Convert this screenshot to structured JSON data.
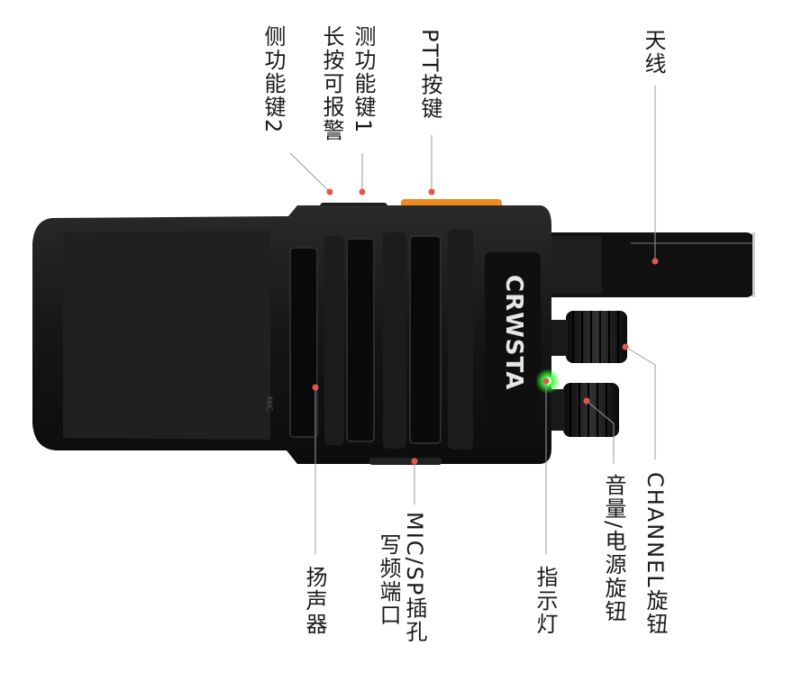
{
  "brand": "CRWSTA",
  "mic_mark": "MIC",
  "labels": {
    "antenna": "天线",
    "ptt": "PTT按键",
    "side_key1_line1": "测功能键1",
    "side_key1_line2": "长按可报警",
    "side_key2": "侧功能键2",
    "channel_knob": "CHANNEL旋钮",
    "volume_knob": "音量/电源旋钮",
    "indicator": "指示灯",
    "mic_port_line1": "MIC/SP插孔",
    "mic_port_line2": "写频端口",
    "speaker": "扬声器"
  },
  "colors": {
    "callout_dot": "#e2574c",
    "callout_line": "#9a9a9a",
    "body": "#151515",
    "ptt_orange": "#f08c1e",
    "led_green": "#39ff3a"
  }
}
